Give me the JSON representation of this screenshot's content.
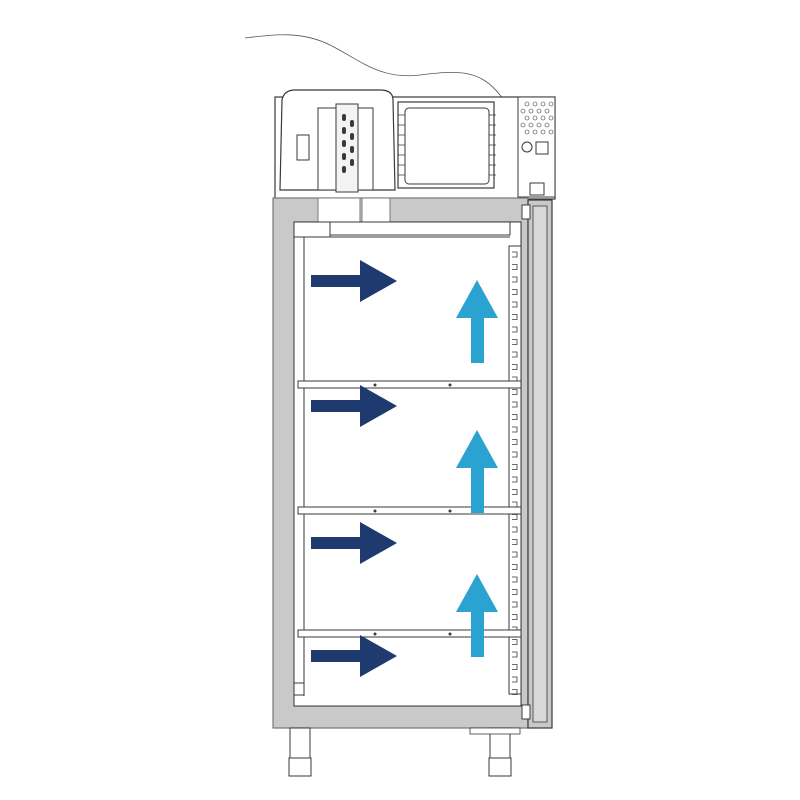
{
  "diagram": {
    "subject": "refrigerated-cabinet-airflow",
    "colors": {
      "background": "#ffffff",
      "outline": "#3a3a3a",
      "cabinet_wall": "#c9c9c9",
      "cabinet_wall_edge": "#7a7a7a",
      "interior": "#ffffff",
      "horizontal_airflow_arrow": "#1f3a6e",
      "vertical_airflow_arrow": "#2aa3d0"
    },
    "compartments": [
      {
        "name": "compartment-1",
        "horizontal_arrow": "right",
        "vertical_arrow": "up"
      },
      {
        "name": "compartment-2",
        "horizontal_arrow": "right",
        "vertical_arrow": "up"
      },
      {
        "name": "compartment-3",
        "horizontal_arrow": "right",
        "vertical_arrow": "up"
      },
      {
        "name": "compartment-4",
        "horizontal_arrow": "right",
        "vertical_arrow": "none"
      }
    ],
    "icons": [
      "compressor-unit-icon",
      "condenser-coil-icon",
      "power-cable-icon",
      "door-hinge-icon",
      "cabinet-leg-icon"
    ]
  }
}
